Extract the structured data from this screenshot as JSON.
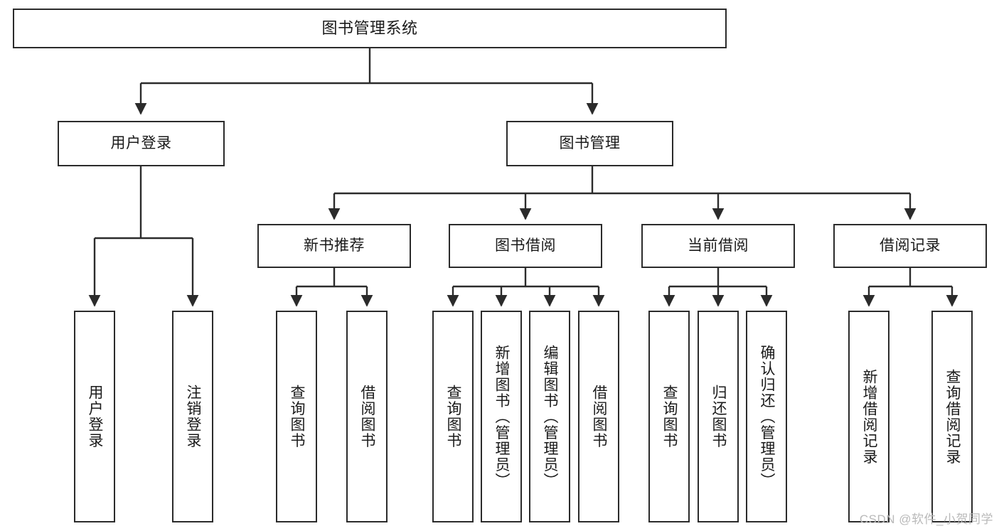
{
  "diagram": {
    "title": "图书管理系统",
    "type": "tree-hierarchy-chart",
    "stroke_color": "#2b2b2b",
    "fill_color": "#ffffff",
    "text_color": "#1a1a1a"
  },
  "nodes": {
    "root": {
      "label": "图书管理系统"
    },
    "level2": [
      {
        "label": "用户登录"
      },
      {
        "label": "图书管理"
      }
    ],
    "level3": [
      {
        "label": "新书推荐"
      },
      {
        "label": "图书借阅"
      },
      {
        "label": "当前借阅"
      },
      {
        "label": "借阅记录"
      }
    ],
    "leaves": {
      "user_login": [
        {
          "label": "用户登录"
        },
        {
          "label": "注销登录"
        }
      ],
      "new_book_recommend": [
        {
          "label": "查询图书"
        },
        {
          "label": "借阅图书"
        }
      ],
      "book_borrow": [
        {
          "label": "查询图书"
        },
        {
          "label": "新增图书（管理员）"
        },
        {
          "label": "编辑图书（管理员）"
        },
        {
          "label": "借阅图书"
        }
      ],
      "current_borrow": [
        {
          "label": "查询图书"
        },
        {
          "label": "归还图书"
        },
        {
          "label": "确认归还（管理员）"
        }
      ],
      "borrow_record": [
        {
          "label": "新增借阅记录"
        },
        {
          "label": "查询借阅记录"
        }
      ]
    }
  },
  "watermark": {
    "text": "CSDN @软件_小贺同学"
  }
}
